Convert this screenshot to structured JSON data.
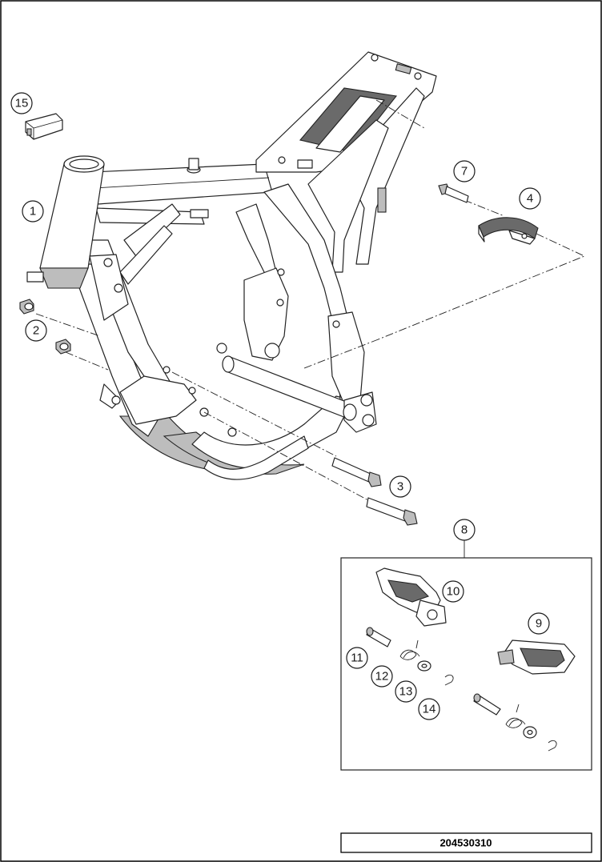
{
  "diagram": {
    "document_number": "204530310",
    "callouts": {
      "c1": "1",
      "c2": "2",
      "c3": "3",
      "c4": "4",
      "c7": "7",
      "c8": "8",
      "c9": "9",
      "c10": "10",
      "c11": "11",
      "c12": "12",
      "c13": "13",
      "c14": "14",
      "c15": "15"
    }
  }
}
